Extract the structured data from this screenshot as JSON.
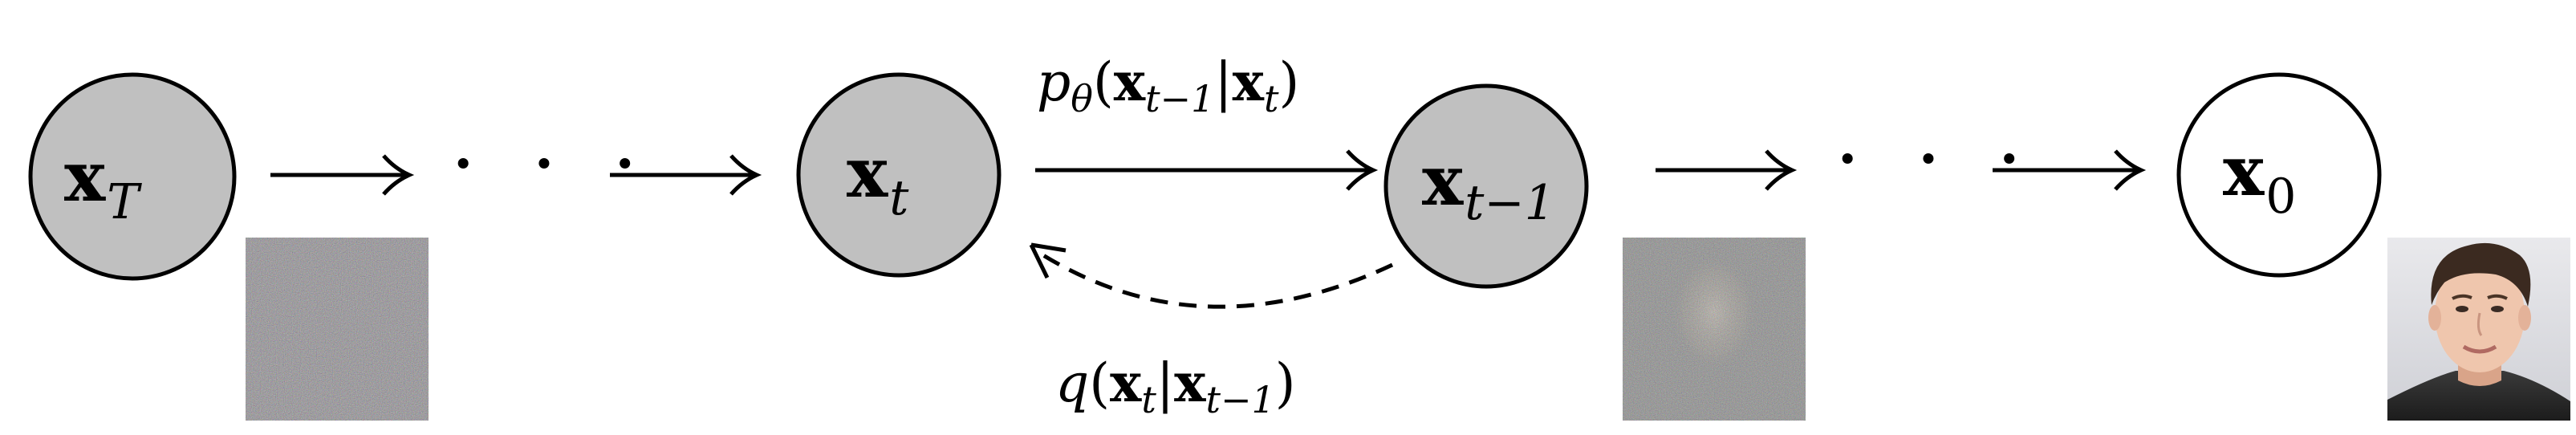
{
  "nodes": [
    {
      "id": "x_T",
      "var": "x",
      "sub": "T",
      "sub_style": "italic",
      "fill": "#c0c0c0"
    },
    {
      "id": "x_t",
      "var": "x",
      "sub": "t",
      "sub_style": "italic",
      "fill": "#c0c0c0"
    },
    {
      "id": "x_t_minus_1",
      "var": "x",
      "sub": "t−1",
      "sub_style": "italic",
      "fill": "#c0c0c0"
    },
    {
      "id": "x_0",
      "var": "x",
      "sub": "0",
      "sub_style": "upright",
      "fill": "#ffffff"
    }
  ],
  "ellipsis": "· · ·",
  "reverse_label": {
    "func": "p",
    "func_sub": "θ",
    "open": "(",
    "arg1_var": "x",
    "arg1_sub": "t−1",
    "bar": "|",
    "arg2_var": "x",
    "arg2_sub": "t",
    "close": ")"
  },
  "forward_label": {
    "func": "q",
    "open": "(",
    "arg1_var": "x",
    "arg1_sub": "t",
    "bar": "|",
    "arg2_var": "x",
    "arg2_sub": "t−1",
    "close": ")"
  },
  "thumbnails": [
    {
      "id": "noise-xT",
      "description_icon": "pure-noise-image"
    },
    {
      "id": "noise-xt-1",
      "description_icon": "noisy-face-image"
    },
    {
      "id": "face-x0",
      "description_icon": "clean-face-photo"
    }
  ],
  "colors": {
    "latent_fill": "#c0c0c0",
    "observed_fill": "#ffffff",
    "stroke": "#000000"
  }
}
